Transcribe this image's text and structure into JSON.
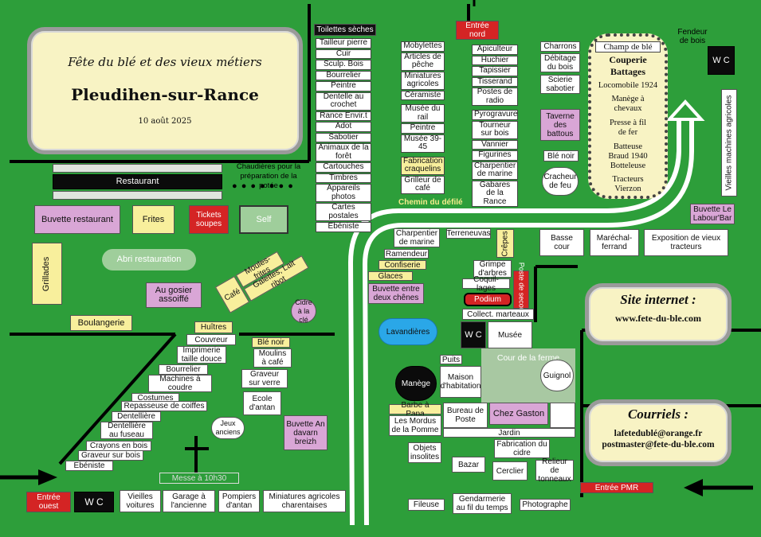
{
  "colors": {
    "grass": "#2d9e3a",
    "white_box": "#ffffff",
    "pink": "#d9a6d6",
    "yellow": "#f8ef9c",
    "red": "#d42424",
    "black": "#0b0b0b",
    "panel": "#f8f3c4",
    "blue": "#2aa7e8",
    "sage": "#9fce9b",
    "farm": "#a8c8a2"
  },
  "title": {
    "line1": "Fête du blé et des vieux métiers",
    "line2": "Pleudihen-sur-Rance",
    "date": "10 août 2025"
  },
  "entrances": {
    "north": "Entrée nord",
    "west": "Entrée ouest",
    "pmr": "Entrée PMR"
  },
  "wc": "W C",
  "icons": [
    "arrow-left-icon",
    "arrow-up-icon",
    "cross-icon"
  ],
  "toilettes_header": "Toilettes sèches",
  "col1": [
    "Tailleur pierre",
    "Cuir",
    "Sculp. Bois",
    "Bourrelier",
    "Peintre",
    "Dentelle au crochet",
    "Rance Envir.t",
    "Adot",
    "Sabotier",
    "Animaux de la forêt",
    "Cartouches",
    "Timbres",
    "Appareils photos",
    "Cartes postales",
    "Ebéniste"
  ],
  "col2": [
    "Mobylettes",
    "Articles de pêche",
    "Miniatures agricoles",
    "Céramiste",
    "Musée du rail",
    "Peintre",
    "Musée 39-45",
    "Fabrication craquelins",
    "Grilleur de café"
  ],
  "col3": [
    "Apiculteur",
    "Huchier",
    "Tapissier",
    "Tisserand",
    "Postes de radio",
    "Pyrogravure",
    "Tourneur sur bois",
    "Vannier",
    "Figurines",
    "Charpentier de marine",
    "Gabares de la Rance"
  ],
  "col4": [
    "Charrons",
    "Débitage du bois",
    "Scierie sabotier",
    "Taverne des battous",
    "Blé noir",
    "Cracheur de feu"
  ],
  "champ": {
    "title": "Champ de blé",
    "items": [
      "Couperie",
      "Battages",
      "Locomobile 1924",
      "Manège à chevaux",
      "Presse à fil de fer",
      "Batteuse Braud 1940",
      "Botteleuse",
      "Tracteurs Vierzon"
    ]
  },
  "fendeur": "Fendeur de bois",
  "vieilles_machines": "Vieilles machines agricoles",
  "buvette_labour": "Buvette Le Labour'Bar",
  "restaurant": "Restaurant",
  "chaudieres": "Chaudières pour la préparation de la potée",
  "left_stalls": {
    "buvette_restaurant": "Buvette restaurant",
    "frites": "Frites",
    "tickets": "Tickets soupes",
    "self": "Self",
    "abri": "Abri restauration",
    "grillades": "Grillades",
    "au_gosier": "Au gosier assoiffé",
    "cafe": "Café",
    "moules": "Moules-frites",
    "galettes": "Galettes, Lait ribot",
    "cidre": "Cidre à la clé",
    "boulangerie": "Boulangerie",
    "huitres": "Huîtres"
  },
  "diag": [
    "Couvreur",
    "Imprimerie taille douce",
    "Bourrelier",
    "Machines à coudre",
    "Costumes",
    "Repasseuse de coiffes",
    "Dentellière",
    "Dentellière au fuseau",
    "Crayons en bois",
    "Graveur sur bois",
    "Ebéniste"
  ],
  "mid": {
    "ble_noir": "Blé noir",
    "moulins": "Moulins à café",
    "graveur": "Graveur sur verre",
    "ecole": "Ecole d'antan",
    "jeux": "Jeux anciens",
    "buvette_an_davarn": "Buvette An davarn breizh",
    "messe": "Messe à 10h30"
  },
  "bottom_left": {
    "vieilles_voitures": "Vieilles voitures",
    "garage": "Garage à l'ancienne",
    "pompiers": "Pompiers d'antan",
    "miniatures": "Miniatures agricoles charentaises"
  },
  "chemin": "Chemin du défilé",
  "center": {
    "charpentier": "Charpentier de marine",
    "terreneuvas": "Terreneuvas",
    "ramendeur": "Ramendeur",
    "confiserie": "Confiserie",
    "glaces": "Glaces",
    "buvette_deux_chenes": "Buvette entre deux chênes",
    "crepes": "Crêpes",
    "grimpe": "Grimpe d'arbres",
    "poste_secours": "Poste de secours",
    "coquillages": "Coquil-lages",
    "podium": "Podium",
    "collect": "Collect. marteaux",
    "lavandieres": "Lavandières",
    "musee": "Musée",
    "cour": "Cour de la ferme",
    "guignol": "Guignol",
    "puits": "Puits",
    "manege": "Manège",
    "maison": "Maison d'habitation",
    "barbe": "Barbe à Papa",
    "mordus": "Les Mordus de la Pomme",
    "bureau": "Bureau de Poste",
    "chez_gaston": "Chez Gaston",
    "jardin": "Jardin",
    "objets": "Objets insolites",
    "fabrication_cidre": "Fabrication du cidre",
    "bazar": "Bazar",
    "cerclier": "Cerclier",
    "relieur": "Relieur de tonneaux",
    "fileuse": "Fileuse",
    "gendarmerie": "Gendarmerie au fil du temps",
    "photographe": "Photographe"
  },
  "right_row": {
    "basse_cour": "Basse cour",
    "marechal": "Maréchal-ferrand",
    "exposition": "Exposition de vieux tracteurs"
  },
  "site": {
    "label": "Site internet :",
    "url": "www.fete-du-ble.com"
  },
  "courriels": {
    "label": "Courriels :",
    "email1": "lafetedublé@orange.fr",
    "email2": "postmaster@fete-du-ble.com"
  }
}
